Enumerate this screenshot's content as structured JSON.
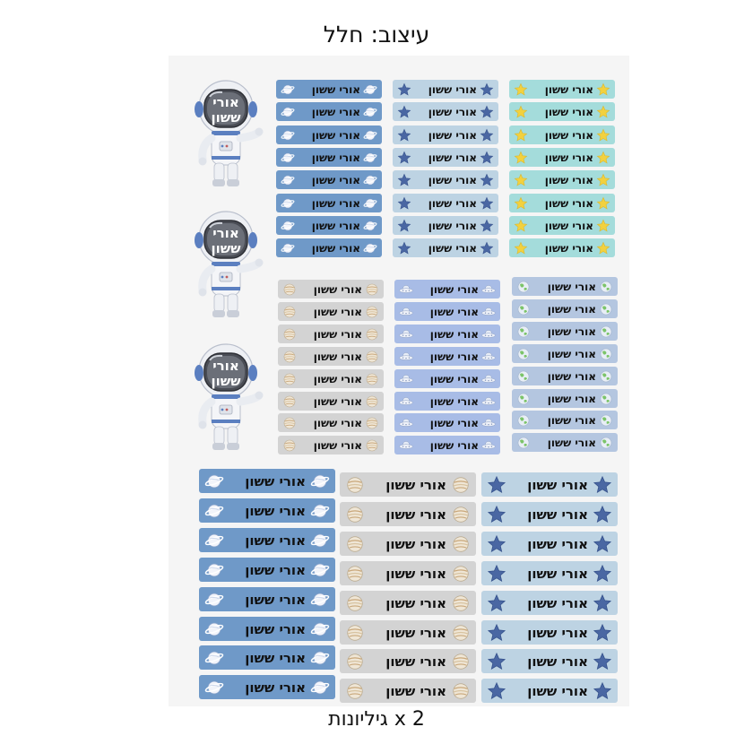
{
  "header": {
    "title": "עיצוב: חלל"
  },
  "footer": {
    "caption": "2 x גיליונות"
  },
  "name_text": "אורי ששון",
  "astronaut": {
    "name_line1": "אורי",
    "name_line2": "ששון"
  },
  "colors": {
    "blue": "#6f99c8",
    "light_blue": "#bdd3e3",
    "teal": "#a4dcdb",
    "gray": "#d3d3d3",
    "periwinkle": "#a8bce6",
    "steel": "#b4c6e0",
    "star_dark": "#4a67a3",
    "star_yellow": "#f2d13f"
  },
  "groups": [
    {
      "id": "top-star-yellow",
      "icon": "star-yellow-icon",
      "color": "teal",
      "count": 8
    },
    {
      "id": "top-star-blue",
      "icon": "star-blue-icon",
      "color": "light_blue",
      "count": 8
    },
    {
      "id": "top-planet",
      "icon": "planet-icon",
      "color": "blue",
      "count": 8
    },
    {
      "id": "mid-earth",
      "icon": "earth-icon",
      "color": "steel",
      "count": 8
    },
    {
      "id": "mid-ufo",
      "icon": "ufo-icon",
      "color": "periwinkle",
      "count": 8
    },
    {
      "id": "mid-jupiter",
      "icon": "jupiter-icon",
      "color": "gray",
      "count": 8
    },
    {
      "id": "big-star-blue",
      "icon": "star-blue-icon",
      "color": "light_blue",
      "count": 8
    },
    {
      "id": "big-jupiter",
      "icon": "jupiter-icon",
      "color": "gray",
      "count": 8
    },
    {
      "id": "big-planet",
      "icon": "planet-icon",
      "color": "blue",
      "count": 8
    }
  ]
}
